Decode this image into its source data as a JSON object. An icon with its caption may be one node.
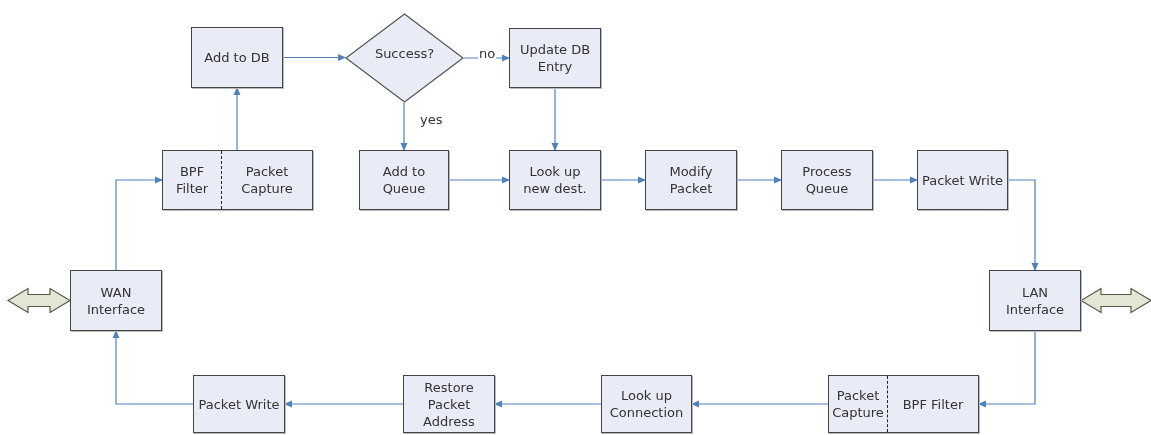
{
  "diagram": {
    "nodes": [
      {
        "text": [
          "BPF Filter",
          "Packet Capture"
        ]
      },
      {
        "text": [
          "Add to DB"
        ]
      },
      {
        "text": [
          "Success?"
        ]
      },
      {
        "text": [
          "Update DB Entry"
        ]
      },
      {
        "text": [
          "Add to Queue"
        ]
      },
      {
        "text": [
          "Look up new dest."
        ]
      },
      {
        "text": [
          "Modify Packet"
        ]
      },
      {
        "text": [
          "Process Queue"
        ]
      },
      {
        "text": [
          "Packet Write"
        ]
      },
      {
        "text": [
          "LAN Interface"
        ]
      },
      {
        "text": [
          "Packet Capture",
          "BPF Filter"
        ]
      },
      {
        "text": [
          "Look up Connection"
        ]
      },
      {
        "text": [
          "Restore Packet Address"
        ]
      },
      {
        "text": [
          "Packet Write"
        ]
      },
      {
        "text": [
          "WAN Interface"
        ]
      }
    ],
    "edges": [
      {
        "from": 0,
        "to": 1,
        "arrow": "to"
      },
      {
        "from": 1,
        "to": 2,
        "arrow": "to"
      },
      {
        "from": 2,
        "to": 3,
        "arrow": "to",
        "label": "no"
      },
      {
        "from": 2,
        "to": 4,
        "arrow": "to",
        "label": "yes"
      },
      {
        "from": 3,
        "to": 5,
        "arrow": "to"
      },
      {
        "from": 4,
        "to": 5,
        "arrow": "to"
      },
      {
        "from": 5,
        "to": 6,
        "arrow": "to"
      },
      {
        "from": 6,
        "to": 7,
        "arrow": "to"
      },
      {
        "from": 7,
        "to": 8,
        "arrow": "to"
      },
      {
        "from": 8,
        "to": 9,
        "arrow": "to"
      },
      {
        "from": 9,
        "to": 10,
        "arrow": "to"
      },
      {
        "from": 10,
        "to": 11,
        "arrow": "to"
      },
      {
        "from": 11,
        "to": 12,
        "arrow": "to"
      },
      {
        "from": 12,
        "to": 13,
        "arrow": "to"
      },
      {
        "from": 13,
        "to": 14,
        "arrow": "to"
      },
      {
        "from": 14,
        "to": 0,
        "arrow": "to"
      },
      {
        "from": null,
        "to": 14,
        "arrow": "both"
      },
      {
        "from": null,
        "to": 9,
        "arrow": "both"
      }
    ]
  }
}
